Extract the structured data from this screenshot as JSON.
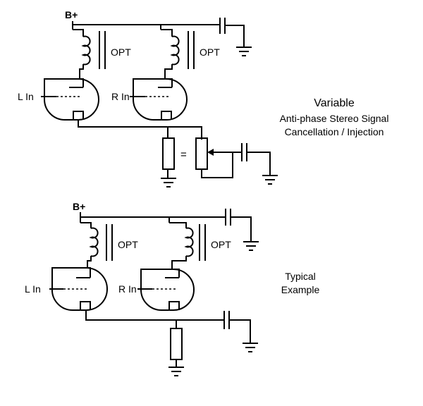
{
  "top": {
    "supply_label": "B+",
    "opt_left_label": "OPT",
    "opt_right_label": "OPT",
    "left_input_label": "L In",
    "right_input_label": "R In",
    "equals_label": "=",
    "title": "Variable",
    "caption_line1": "Anti-phase Stereo Signal",
    "caption_line2": "Cancellation / Injection"
  },
  "bottom": {
    "supply_label": "B+",
    "opt_left_label": "OPT",
    "opt_right_label": "OPT",
    "left_input_label": "L In",
    "right_input_label": "R In",
    "caption_line1": "Typical",
    "caption_line2": "Example"
  }
}
